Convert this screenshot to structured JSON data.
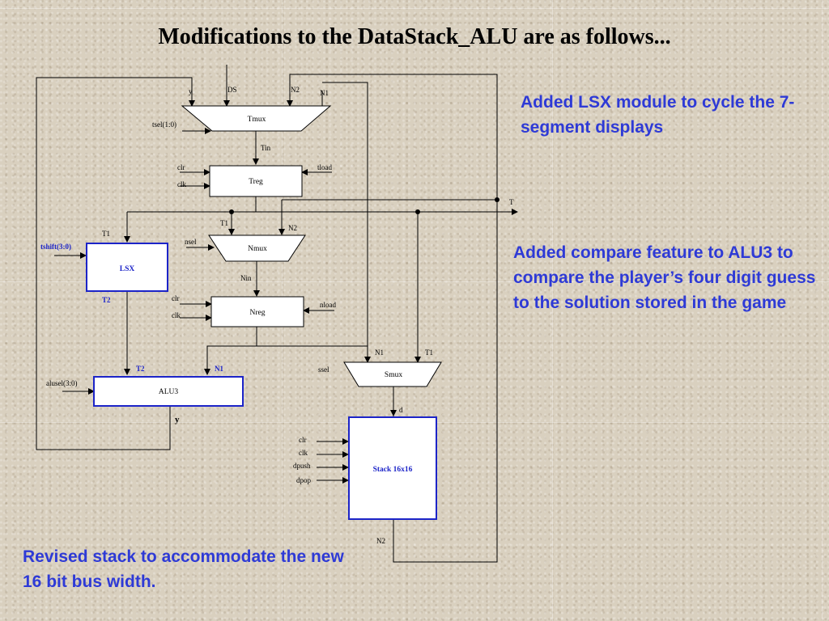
{
  "slide": {
    "title": "Modifications to the DataStack_ALU are as follows..."
  },
  "notes": {
    "lsx": "Added LSX module to cycle the 7-segment displays",
    "compare": "Added compare feature to ALU3 to compare the player’s four digit guess to the solution stored in the game",
    "stack": "Revised stack to accommodate the new 16 bit bus width."
  },
  "diagram": {
    "blocks": {
      "tmux": "Tmux",
      "treg": "Treg",
      "nmux": "Nmux",
      "nreg": "Nreg",
      "lsx": "LSX",
      "alu3": "ALU3",
      "smux": "Smux",
      "stack": "Stack  16x16"
    },
    "signals": {
      "y_in": "y",
      "ds": "DS",
      "n2_top": "N2",
      "n1_top": "N1",
      "tsel": "tsel(1:0)",
      "tin": "Tin",
      "clr_treg": "clr",
      "clk_treg": "clk",
      "tload": "tload",
      "t_bus": "T",
      "t1_lsx": "T1",
      "t1_nmux": "T1",
      "n2_nmux": "N2",
      "nsel": "nsel",
      "tshift": "tshift(3:0)",
      "t2_lsx_out": "T2",
      "nin": "Nin",
      "clr_nreg": "clr",
      "clk_nreg": "clk",
      "nload": "nload",
      "t2_alu": "T2",
      "n1_alu": "N1",
      "alusel": "alusel(3:0)",
      "y_out": "y",
      "n1_smux": "N1",
      "t1_smux": "T1",
      "ssel": "ssel",
      "d": "d",
      "clr_stack": "clr",
      "clk_stack": "clk",
      "dpush": "dpush",
      "dpop": "dpop",
      "n2_stack": "N2"
    }
  }
}
